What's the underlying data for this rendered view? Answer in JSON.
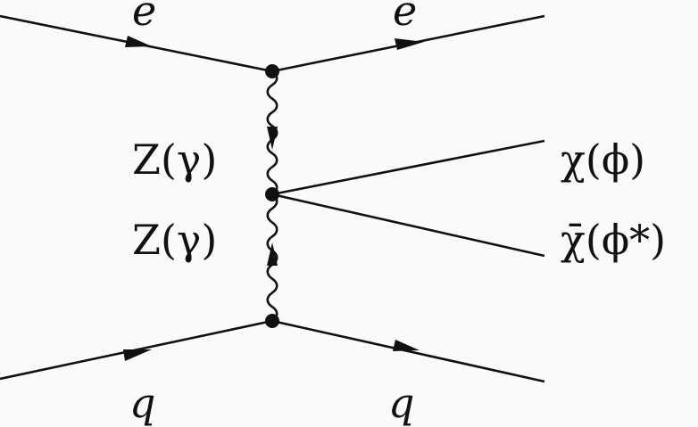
{
  "diagram": {
    "type": "feynman",
    "labels": {
      "e_in": "e",
      "e_out": "e",
      "boson_upper": "Z(γ)",
      "boson_lower": "Z(γ)",
      "chi": "χ(ϕ)",
      "chibar": "χ̄(ϕ*)",
      "q_in": "q",
      "q_out": "q"
    },
    "edges": [
      {
        "from": "e_in",
        "to": "v1",
        "kind": "fermion"
      },
      {
        "from": "v1",
        "to": "e_out",
        "kind": "fermion"
      },
      {
        "from": "v1",
        "to": "v2",
        "kind": "boson"
      },
      {
        "from": "v3",
        "to": "v2",
        "kind": "boson"
      },
      {
        "from": "v2",
        "to": "chi",
        "kind": "scalar/fermion"
      },
      {
        "from": "v2",
        "to": "chibar",
        "kind": "scalar/fermion"
      },
      {
        "from": "q_in",
        "to": "v3",
        "kind": "fermion"
      },
      {
        "from": "v3",
        "to": "q_out",
        "kind": "fermion"
      }
    ]
  }
}
